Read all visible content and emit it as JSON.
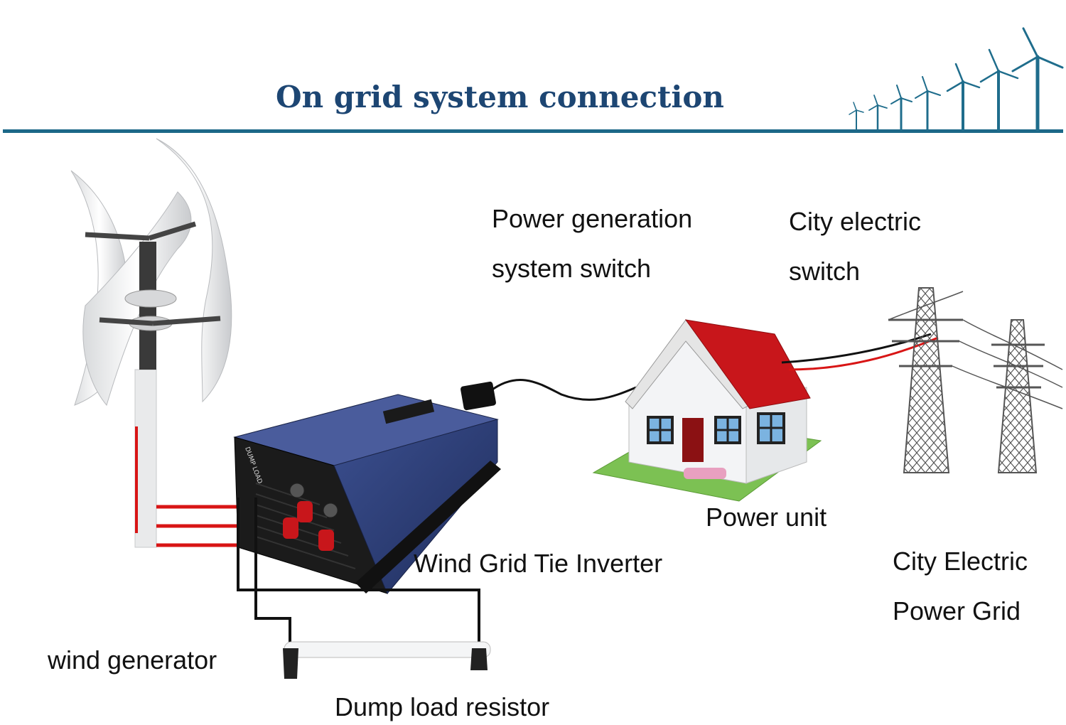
{
  "title": "On grid system connection",
  "labels": {
    "power_generation_switch_line1": "Power generation",
    "power_generation_switch_line2": "system switch",
    "city_electric_switch_line1": "City electric",
    "city_electric_switch_line2": "switch",
    "power_unit": "Power unit",
    "inverter": "Wind Grid Tie Inverter",
    "city_grid_line1": "City Electric",
    "city_grid_line2": "Power Grid",
    "wind_generator": "wind generator",
    "dump_load": "Dump load resistor"
  },
  "inverter_panel_text": "DUMP LOAD",
  "colors": {
    "title": "#1d4673",
    "rule": "#1c6888",
    "inverter": "#2d3f78",
    "roof": "#c8161b",
    "cable_red": "#d81515",
    "turbine_icons": "#1f6d8c"
  }
}
